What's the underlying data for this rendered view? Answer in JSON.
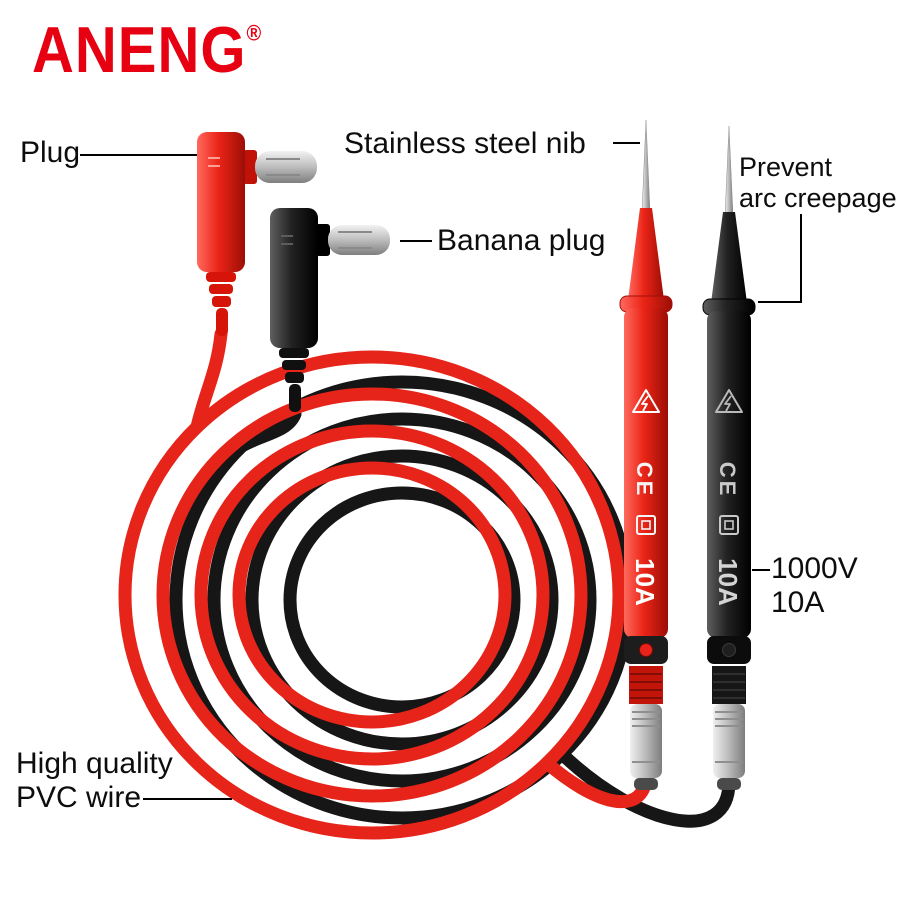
{
  "brand": {
    "name": "ANENG",
    "registered_mark": "®"
  },
  "annotations": {
    "plug": "Plug",
    "stainless_nib": "Stainless steel nib",
    "banana_plug": "Banana plug",
    "prevent_arc": [
      "Prevent",
      "arc creepage"
    ],
    "rating": [
      "1000V",
      "10A"
    ],
    "wire_quality": [
      "High quality",
      "PVC wire"
    ]
  },
  "probe_markings": {
    "warning_icon": "lightning-triangle-icon",
    "ce_mark": "CE",
    "insulation_icon": "double-square-icon",
    "current_rating": "10A"
  },
  "colors": {
    "brand_red": "#e60012",
    "wire_red": "#e62419",
    "wire_black": "#161616",
    "label_text": "#0d0d0d"
  }
}
